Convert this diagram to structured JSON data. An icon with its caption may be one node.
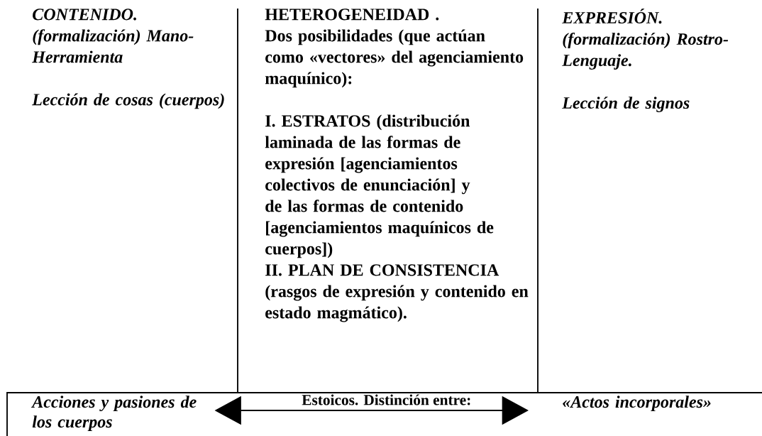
{
  "diagram": {
    "nodes": [
      {
        "text": [
          "CONTENIDO. (formalización) Mano-Herramienta",
          "Lección de cosas (cuerpos)"
        ]
      },
      {
        "text": [
          "HETEROGENEIDAD .",
          "Dos posibilidades (que actúan como «vectores» del agenciamiento maquínico):",
          "I. ESTRATOS (distribución laminada de las formas de expresión [agenciamientos colectivos de enunciación] y de las formas de contenido [agenciamientos maquínicos de cuerpos])",
          "II. PLAN DE CONSISTENCIA (rasgos de expresión y contenido en estado magmático)."
        ]
      },
      {
        "text": [
          "EXPRESIÓN. (formalización) Rostro-Lenguaje.",
          "Lección de signos"
        ]
      },
      {
        "text": [
          "Acciones y pasiones de los cuerpos"
        ]
      },
      {
        "text": [
          "«Actos incorporales»"
        ]
      }
    ],
    "edges": [
      {
        "from": 3,
        "to": 4,
        "arrow": "both",
        "label": "Estoicos. Distinción entre:"
      }
    ]
  }
}
